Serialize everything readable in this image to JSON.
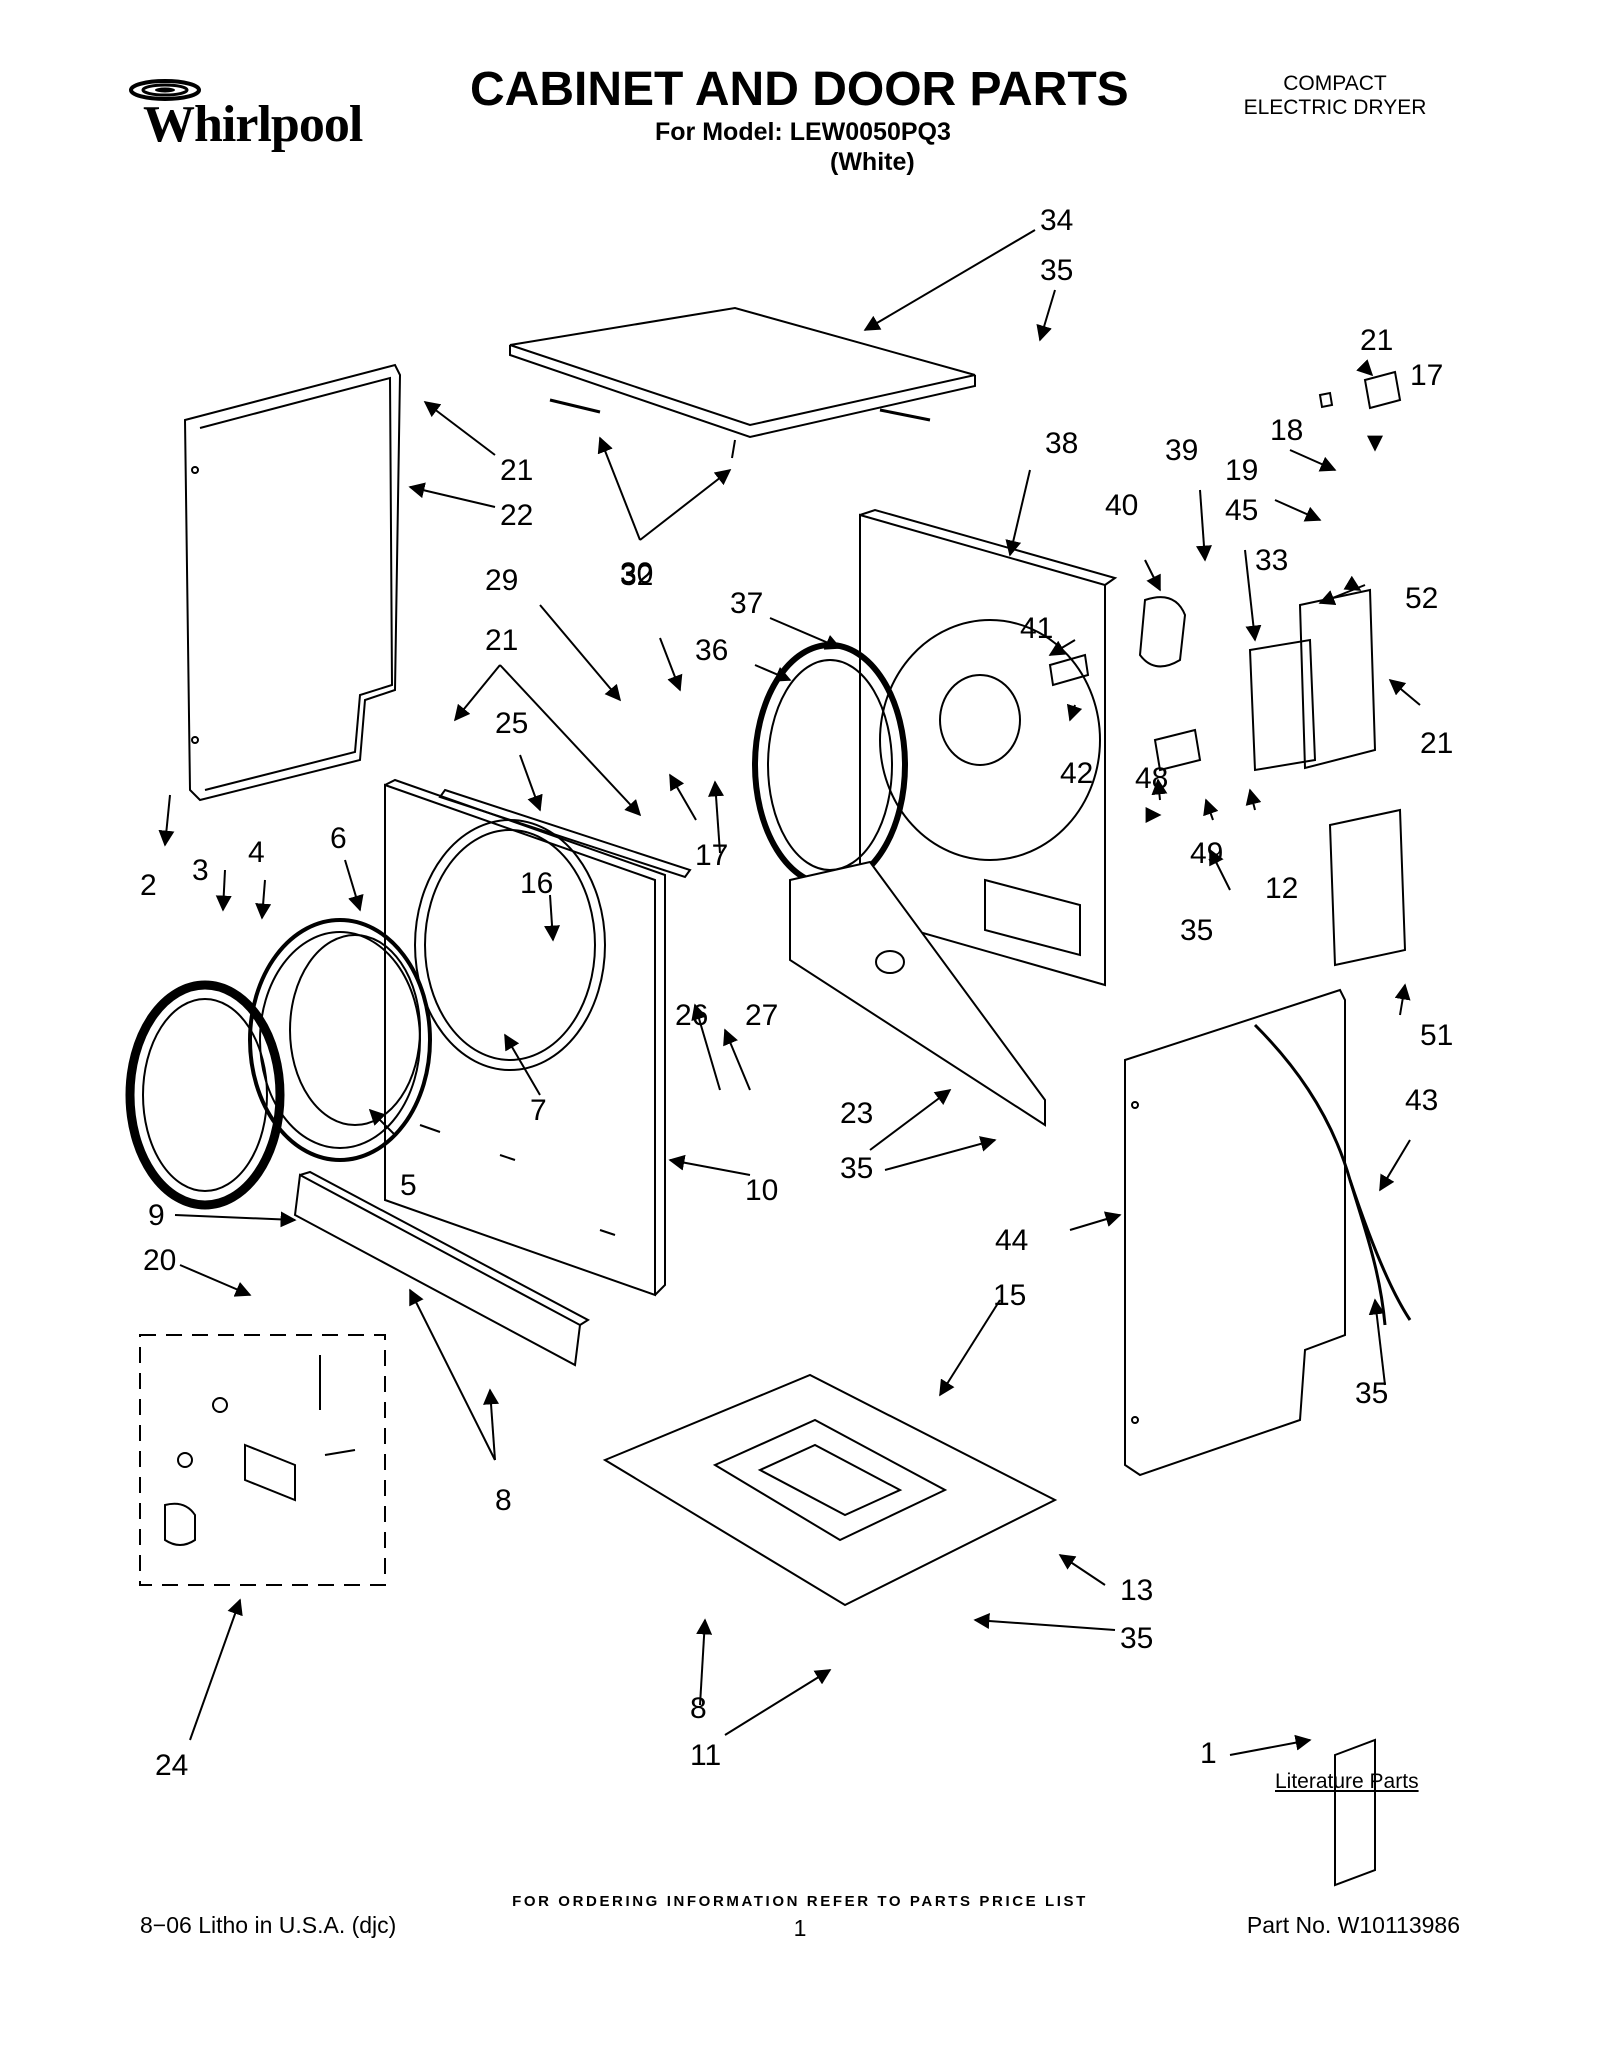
{
  "header": {
    "brand": "Whirlpool",
    "title": "CABINET AND DOOR PARTS",
    "model_line": "For Model: LEW0050PQ3",
    "color_line": "(White)",
    "product_type_line1": "COMPACT",
    "product_type_line2": "ELECTRIC DRYER"
  },
  "callouts": {
    "c1": "1",
    "c2": "2",
    "c3": "3",
    "c4": "4",
    "c5": "5",
    "c6": "6",
    "c7": "7",
    "c8a": "8",
    "c8b": "8",
    "c9": "9",
    "c10": "10",
    "c11": "11",
    "c12": "12",
    "c13": "13",
    "c15": "15",
    "c16": "16",
    "c17a": "17",
    "c17b": "17",
    "c18": "18",
    "c19": "19",
    "c20": "20",
    "c21a": "21",
    "c21b": "21",
    "c21c": "21",
    "c21d": "21",
    "c22": "22",
    "c23": "23",
    "c24": "24",
    "c25": "25",
    "c26": "26",
    "c27": "27",
    "c29": "29",
    "c30": "30",
    "c32": "32",
    "c33": "33",
    "c34": "34",
    "c35a": "35",
    "c35b": "35",
    "c35c": "35",
    "c35d": "35",
    "c35e": "35",
    "c36": "36",
    "c37": "37",
    "c38": "38",
    "c39": "39",
    "c40": "40",
    "c41": "41",
    "c42": "42",
    "c43": "43",
    "c44": "44",
    "c45": "45",
    "c48": "48",
    "c49": "49",
    "c51": "51",
    "c52": "52"
  },
  "literature_label": "Literature Parts",
  "footer": {
    "ordering_note": "FOR ORDERING INFORMATION REFER TO PARTS PRICE LIST",
    "litho": "8−06 Litho in U.S.A. (djc)",
    "page": "1",
    "part_no": "Part No. W10113986"
  }
}
